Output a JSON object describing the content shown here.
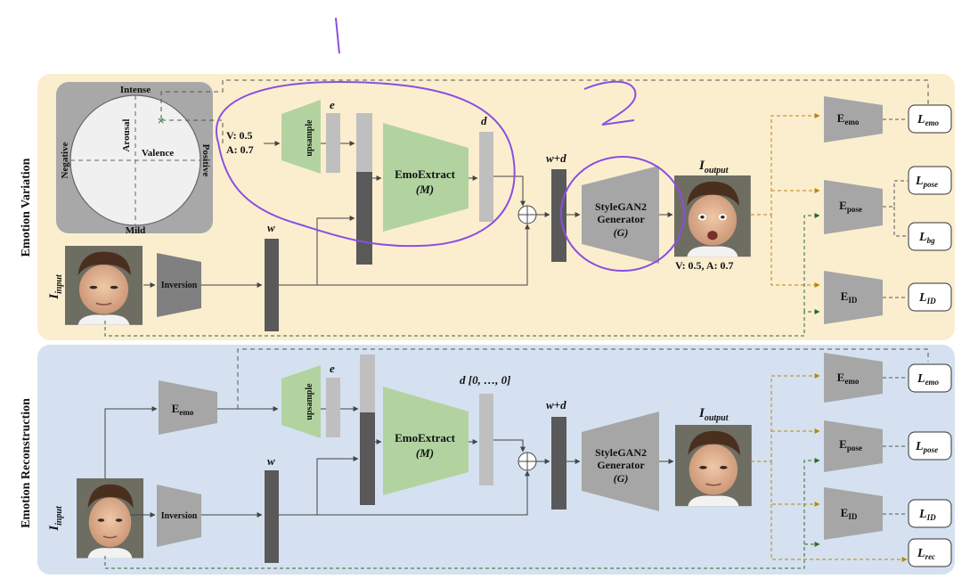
{
  "sections": {
    "variation_label": "Emotion Variation",
    "reconstruction_label": "Emotion Reconstruction"
  },
  "valence_arousal": {
    "top": "Intense",
    "bottom": "Mild",
    "left": "Negative",
    "right": "Positive",
    "arousal": "Arousal",
    "valence": "Valence"
  },
  "variation": {
    "input_label": {
      "main": "I",
      "sub": "input"
    },
    "va_line1": "V: 0.5",
    "va_line2": "A: 0.7",
    "upsample": "upsample",
    "e_label": "e",
    "emoextract_title": "EmoExtract",
    "emoextract_sym": "(M)",
    "d_label": "d",
    "w_label": "w",
    "wd_label": "w+d",
    "stylegan_title1": "StyleGAN2",
    "stylegan_title2": "Generator",
    "stylegan_sym": "(G)",
    "inversion": "Inversion",
    "output_label": {
      "main": "I",
      "sub": "output"
    },
    "output_va": "V: 0.5,  A: 0.7",
    "encoders": [
      {
        "main": "E",
        "sub": "emo"
      },
      {
        "main": "E",
        "sub": "pose"
      },
      {
        "main": "E",
        "sub": "ID"
      }
    ],
    "losses": [
      {
        "main": "L",
        "sub": "emo"
      },
      {
        "main": "L",
        "sub": "pose"
      },
      {
        "main": "L",
        "sub": "bg"
      },
      {
        "main": "L",
        "sub": "ID"
      }
    ]
  },
  "reconstruction": {
    "input_label": {
      "main": "I",
      "sub": "input"
    },
    "e_emo": {
      "main": "E",
      "sub": "emo"
    },
    "upsample": "upsample",
    "e_label": "e",
    "d_label": "d [0, …, 0]",
    "emoextract_title": "EmoExtract",
    "emoextract_sym": "(M)",
    "w_label": "w",
    "wd_label": "w+d",
    "stylegan_title1": "StyleGAN2",
    "stylegan_title2": "Generator",
    "stylegan_sym": "(G)",
    "inversion": "Inversion",
    "output_label": {
      "main": "I",
      "sub": "output"
    },
    "encoders": [
      {
        "main": "E",
        "sub": "emo"
      },
      {
        "main": "E",
        "sub": "pose"
      },
      {
        "main": "E",
        "sub": "ID"
      }
    ],
    "losses": [
      {
        "main": "L",
        "sub": "emo"
      },
      {
        "main": "L",
        "sub": "pose"
      },
      {
        "main": "L",
        "sub": "ID"
      },
      {
        "main": "L",
        "sub": "rec"
      }
    ]
  },
  "colors": {
    "variation_bg": "#fbeecf",
    "reconstruction_bg": "#d5e1f0",
    "module_gray": "#a6a6a6",
    "module_green": "#b2d3a0",
    "latent_dark": "#595959",
    "latent_light": "#bfbfbf",
    "annotation_purple": "#8a4fe0",
    "arrow_gold": "#b8860b",
    "arrow_green": "#2e6b2e"
  }
}
